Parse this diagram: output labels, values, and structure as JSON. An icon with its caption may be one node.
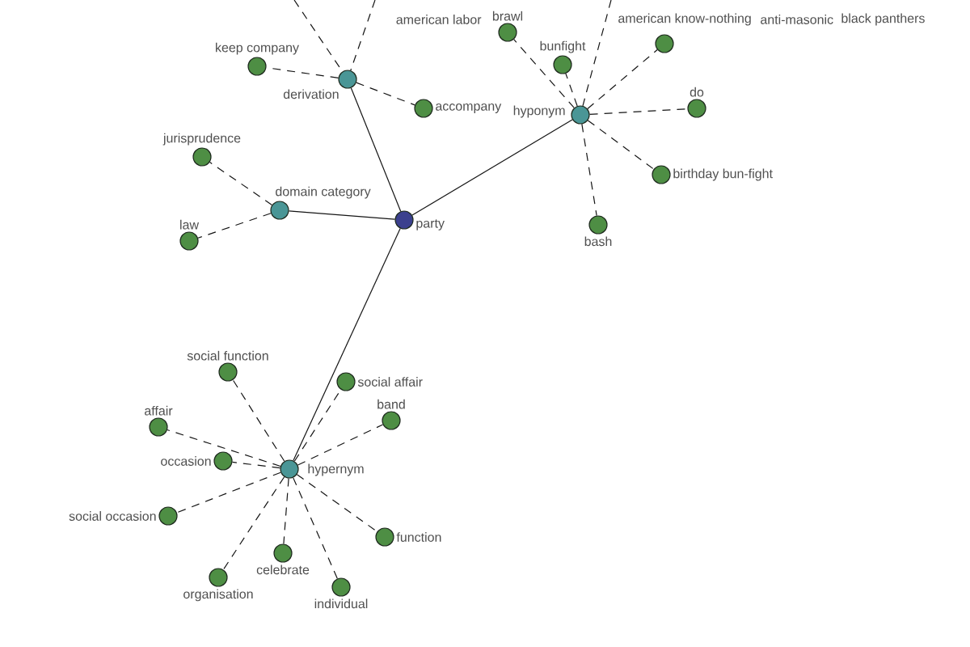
{
  "diagram": {
    "nodes": [
      {
        "text": [
          "brawl"
        ]
      },
      {
        "text": [],
        "shape": "circle"
      },
      {
        "text": [
          "bunfight"
        ]
      },
      {
        "text": [
          "keep company"
        ]
      },
      {
        "text": [
          "derivation"
        ]
      },
      {
        "text": [
          "accompany"
        ]
      },
      {
        "text": [
          "do"
        ]
      },
      {
        "text": [
          "hyponym"
        ]
      },
      {
        "text": [
          "jurisprudence"
        ]
      },
      {
        "text": [
          "birthday bun-fight"
        ]
      },
      {
        "text": [
          "domain category"
        ]
      },
      {
        "text": [
          "party"
        ]
      },
      {
        "text": [
          "bash"
        ]
      },
      {
        "text": [
          "law"
        ]
      },
      {
        "text": [
          "social function"
        ]
      },
      {
        "text": [
          "social affair"
        ]
      },
      {
        "text": [
          "affair"
        ]
      },
      {
        "text": [
          "band"
        ]
      },
      {
        "text": [
          "occasion"
        ]
      },
      {
        "text": [
          "hypernym"
        ]
      },
      {
        "text": [
          "social occasion"
        ]
      },
      {
        "text": [
          "function"
        ]
      },
      {
        "text": [
          "celebrate"
        ]
      },
      {
        "text": [
          "organisation"
        ]
      },
      {
        "text": [
          "individual"
        ]
      }
    ],
    "edges": [
      {
        "from": 11,
        "to": 4,
        "arrow": "none"
      },
      {
        "from": 11,
        "to": 10,
        "arrow": "none"
      },
      {
        "from": 11,
        "to": 7,
        "arrow": "none"
      },
      {
        "from": 11,
        "to": 19,
        "arrow": "none"
      },
      {
        "from": 4,
        "to": 3,
        "arrow": "none",
        "style": "dashed"
      },
      {
        "from": 4,
        "to": 5,
        "arrow": "none",
        "style": "dashed"
      },
      {
        "from": null,
        "to": 4,
        "arrow": "none",
        "style": "dashed"
      },
      {
        "from": null,
        "to": 4,
        "arrow": "none",
        "style": "dashed"
      },
      {
        "from": 10,
        "to": 8,
        "arrow": "none",
        "style": "dashed"
      },
      {
        "from": 10,
        "to": 13,
        "arrow": "none",
        "style": "dashed"
      },
      {
        "from": 7,
        "to": 0,
        "arrow": "none",
        "style": "dashed"
      },
      {
        "from": 7,
        "to": 2,
        "arrow": "none",
        "style": "dashed"
      },
      {
        "from": null,
        "to": 7,
        "arrow": "none",
        "style": "dashed"
      },
      {
        "from": 7,
        "to": 1,
        "arrow": "none",
        "style": "dashed"
      },
      {
        "from": 7,
        "to": 6,
        "arrow": "none",
        "style": "dashed"
      },
      {
        "from": 7,
        "to": 9,
        "arrow": "none",
        "style": "dashed"
      },
      {
        "from": 7,
        "to": 12,
        "arrow": "none",
        "style": "dashed"
      },
      {
        "from": 19,
        "to": 14,
        "arrow": "none",
        "style": "dashed"
      },
      {
        "from": 19,
        "to": 15,
        "arrow": "none",
        "style": "dashed"
      },
      {
        "from": 19,
        "to": 16,
        "arrow": "none",
        "style": "dashed"
      },
      {
        "from": 19,
        "to": 17,
        "arrow": "none",
        "style": "dashed"
      },
      {
        "from": 19,
        "to": 18,
        "arrow": "none",
        "style": "dashed"
      },
      {
        "from": 19,
        "to": 20,
        "arrow": "none",
        "style": "dashed"
      },
      {
        "from": 19,
        "to": 21,
        "arrow": "none",
        "style": "dashed"
      },
      {
        "from": 19,
        "to": 22,
        "arrow": "none",
        "style": "dashed"
      },
      {
        "from": 19,
        "to": 23,
        "arrow": "none",
        "style": "dashed"
      },
      {
        "from": 19,
        "to": 24,
        "arrow": "none",
        "style": "dashed"
      }
    ],
    "labels": [
      "american labor",
      "american know-nothing",
      "anti-masonic",
      "black panthers"
    ]
  }
}
